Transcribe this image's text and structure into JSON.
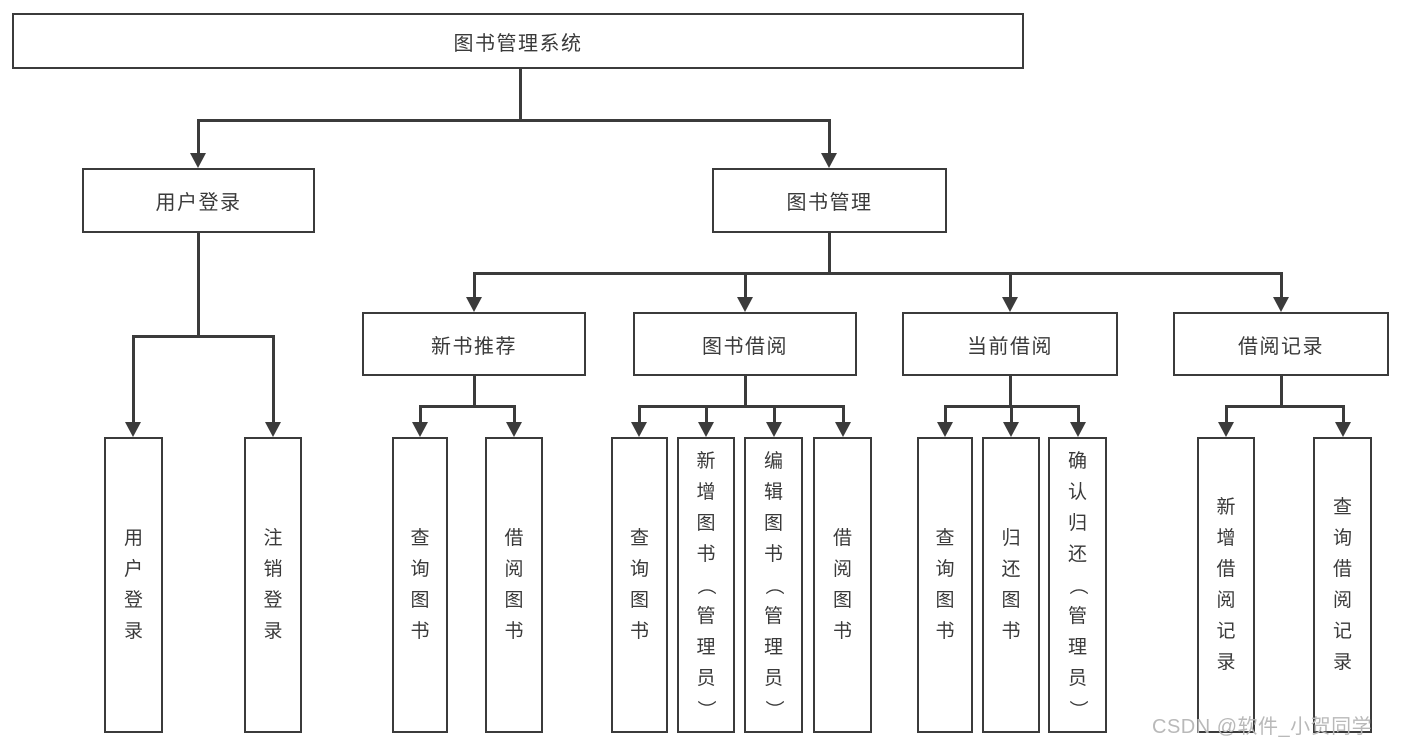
{
  "diagram": {
    "root": {
      "label": "图书管理系统",
      "children": [
        {
          "label": "用户登录",
          "children": [
            {
              "label": "用户登录"
            },
            {
              "label": "注销登录"
            }
          ]
        },
        {
          "label": "图书管理",
          "children": [
            {
              "label": "新书推荐",
              "children": [
                {
                  "label": "查询图书"
                },
                {
                  "label": "借阅图书"
                }
              ]
            },
            {
              "label": "图书借阅",
              "children": [
                {
                  "label": "查询图书"
                },
                {
                  "label": "新增图书（管理员）"
                },
                {
                  "label": "编辑图书（管理员）"
                },
                {
                  "label": "借阅图书"
                }
              ]
            },
            {
              "label": "当前借阅",
              "children": [
                {
                  "label": "查询图书"
                },
                {
                  "label": "归还图书"
                },
                {
                  "label": "确认归还（管理员）"
                }
              ]
            },
            {
              "label": "借阅记录",
              "children": [
                {
                  "label": "新增借阅记录"
                },
                {
                  "label": "查询借阅记录"
                }
              ]
            }
          ]
        }
      ]
    }
  },
  "watermark": "CSDN @软件_小贺同学",
  "colors": {
    "line": "#3b3b3b",
    "text": "#3a3a3a",
    "watermark": "#b9b9b9",
    "background": "#ffffff"
  }
}
